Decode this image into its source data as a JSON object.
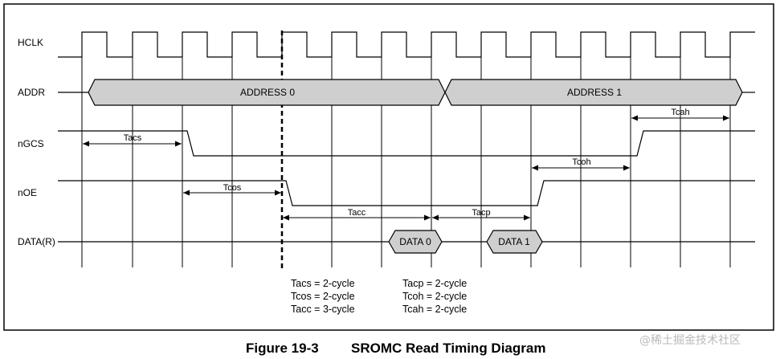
{
  "signals": {
    "hclk": "HCLK",
    "addr": "ADDR",
    "ngcs": "nGCS",
    "noe": "nOE",
    "data": "DATA(R)"
  },
  "buses": {
    "address0": "ADDRESS 0",
    "address1": "ADDRESS 1",
    "data0": "DATA 0",
    "data1": "DATA 1"
  },
  "timings": {
    "tacs": "Tacs",
    "tcos": "Tcos",
    "tacc": "Tacc",
    "tacp": "Tacp",
    "tcoh": "Tcoh",
    "tcah": "Tcah"
  },
  "notes": {
    "left": [
      "Tacs = 2-cycle",
      "Tcos = 2-cycle",
      "Tacc = 3-cycle"
    ],
    "right": [
      "Tacp = 2-cycle",
      "Tcoh = 2-cycle",
      "Tcah = 2-cycle"
    ]
  },
  "caption": {
    "number": "Figure 19-3",
    "title": "SROMC Read Timing Diagram"
  },
  "watermark": "@稀土掘金技术社区",
  "colors": {
    "bus_fill": "#cfcfcf",
    "line": "#000000",
    "watermark": "#b9b9b9"
  }
}
